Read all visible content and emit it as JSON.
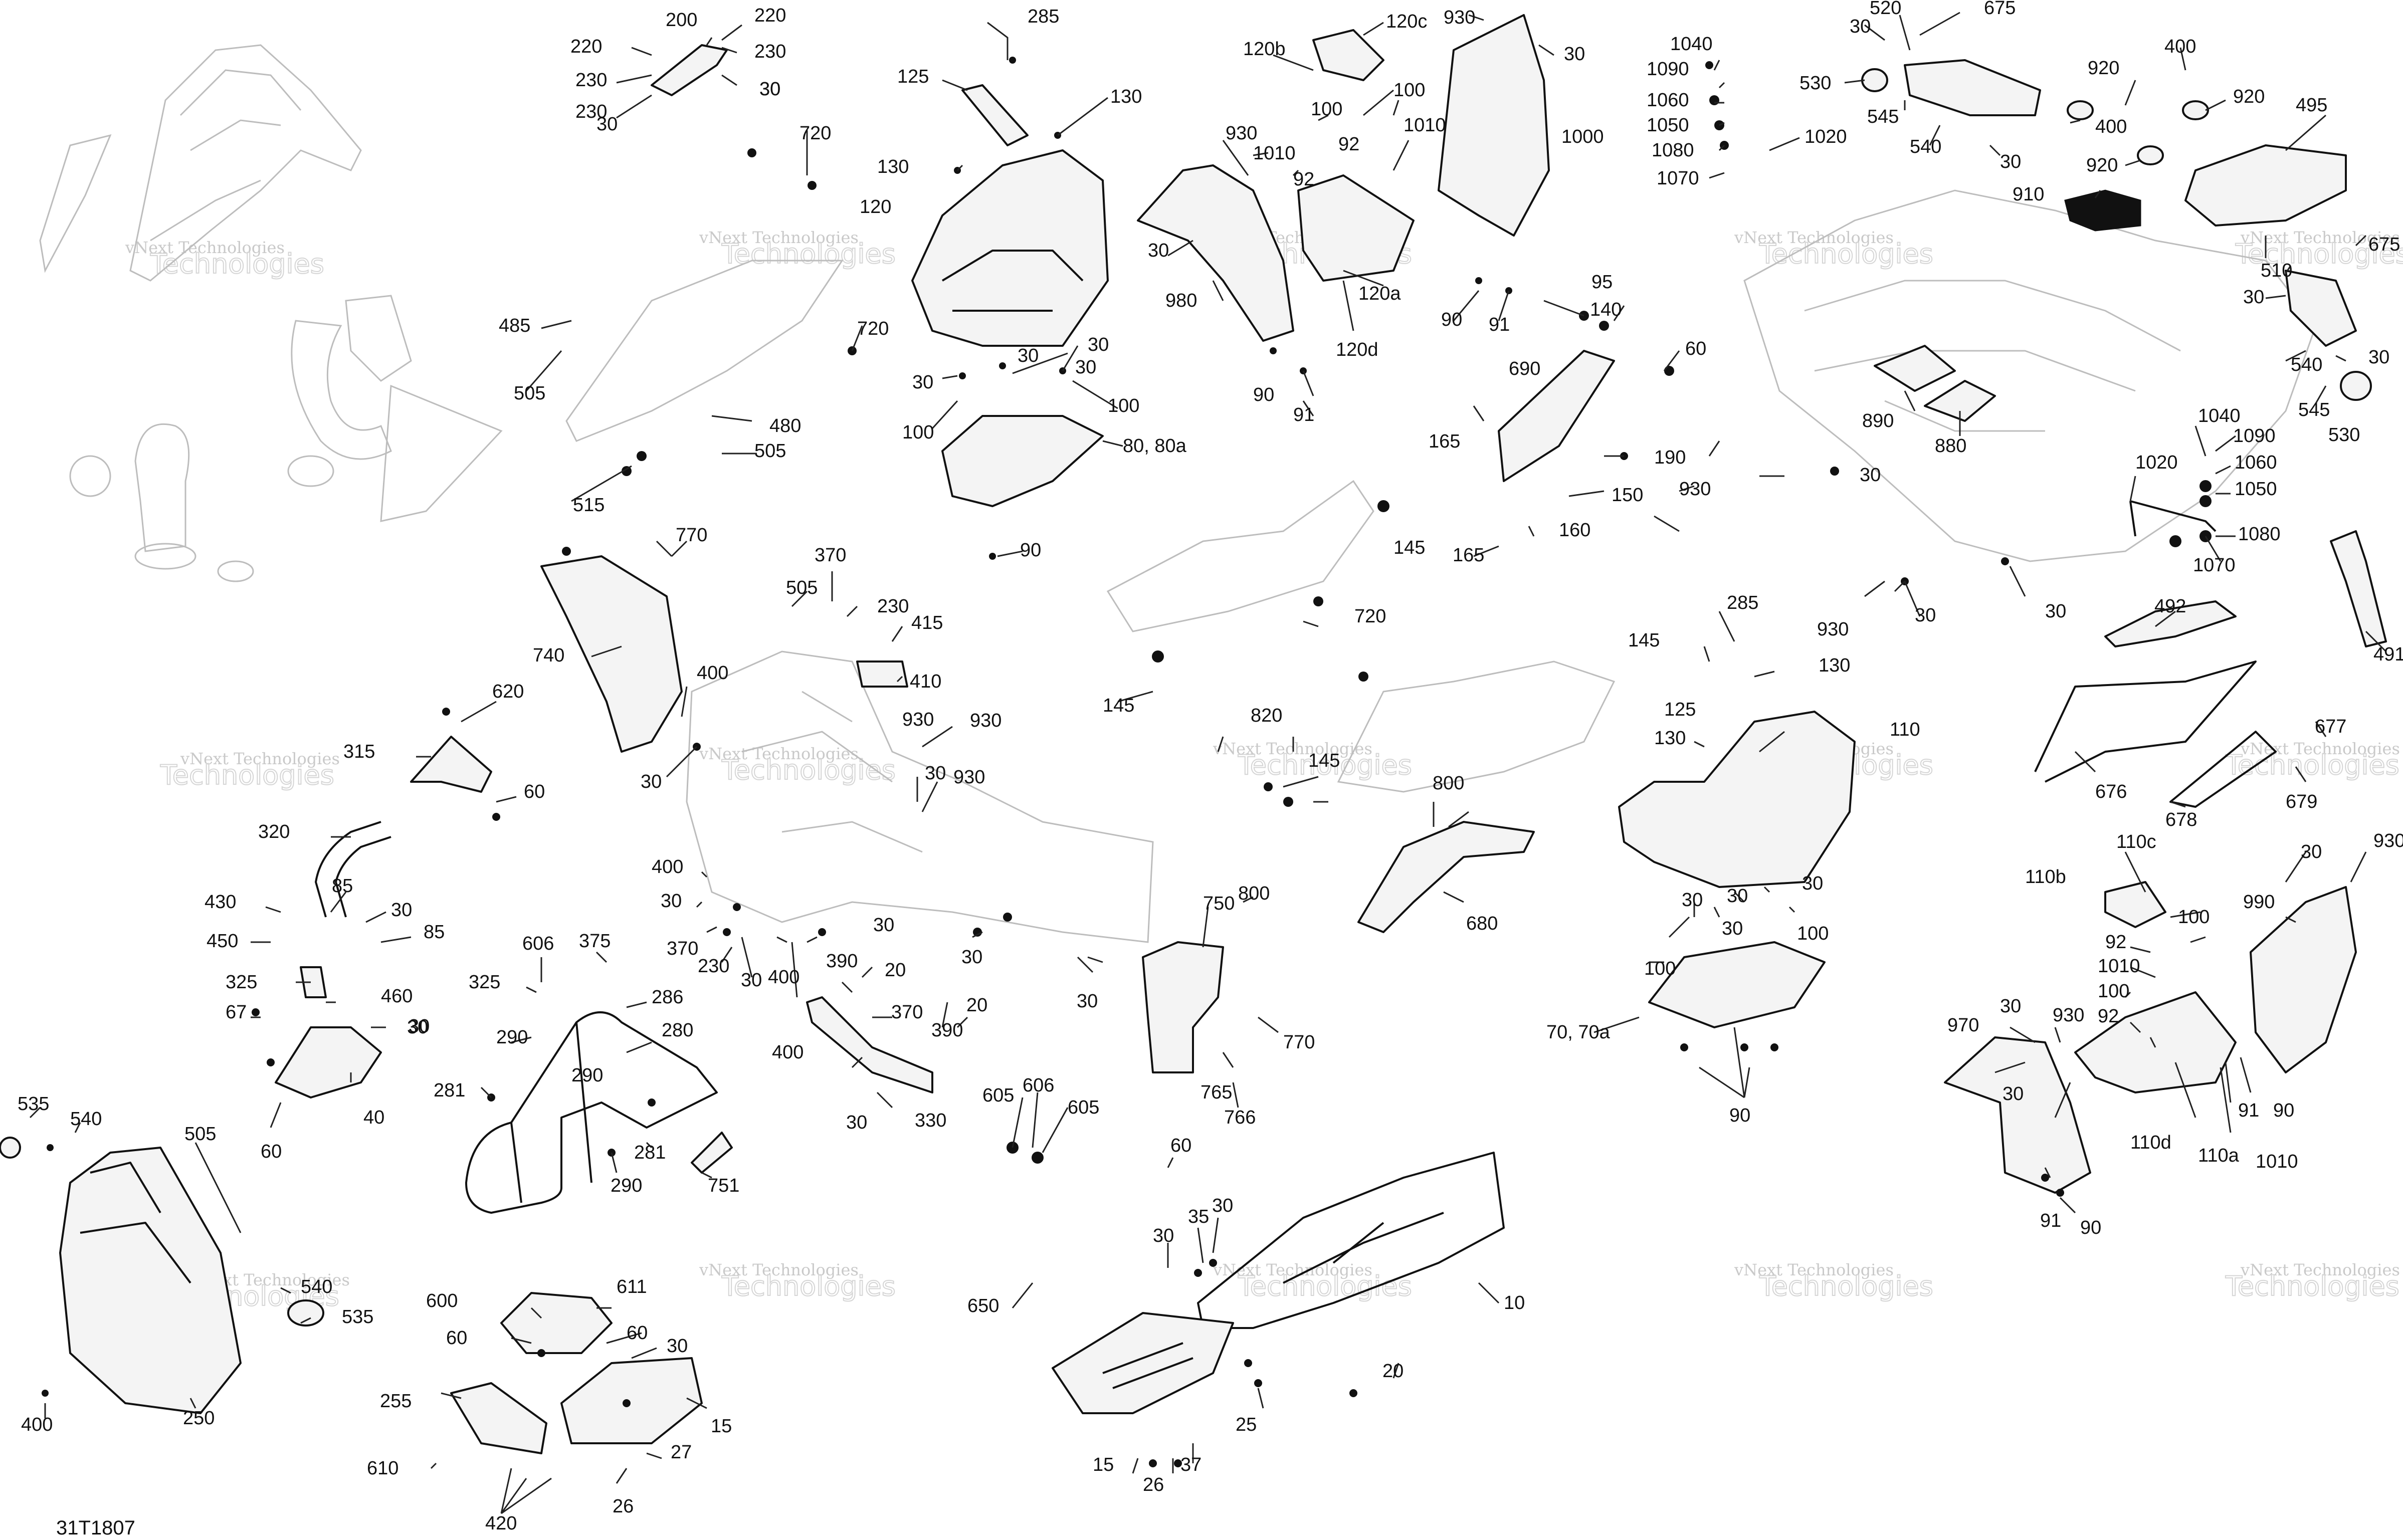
{
  "diagram": {
    "code": "31T1807",
    "watermark": "vNext Technologies",
    "watermark_big": "Technologies",
    "labels": [
      "200",
      "220",
      "220",
      "230",
      "230",
      "230",
      "30",
      "30",
      "30",
      "285",
      "125",
      "130",
      "130",
      "720",
      "120",
      "720",
      "30",
      "30",
      "30",
      "30",
      "100",
      "100",
      "80, 80a",
      "90",
      "485",
      "505",
      "480",
      "505",
      "515",
      "120b",
      "120c",
      "930",
      "100",
      "100",
      "92",
      "92",
      "1010",
      "1010",
      "930",
      "30",
      "980",
      "120a",
      "120d",
      "90",
      "90",
      "91",
      "91",
      "1000",
      "30",
      "95",
      "140",
      "60",
      "690",
      "165",
      "165",
      "150",
      "190",
      "160",
      "145",
      "1040",
      "1090",
      "1060",
      "1050",
      "1080",
      "1070",
      "1020",
      "520",
      "675",
      "530",
      "545",
      "540",
      "30",
      "30",
      "400",
      "920",
      "920",
      "400",
      "920",
      "495",
      "910",
      "890",
      "880",
      "930",
      "30",
      "930",
      "30",
      "30",
      "510",
      "30",
      "675",
      "540",
      "545",
      "530",
      "30",
      "1040",
      "1090",
      "1060",
      "1050",
      "1080",
      "1070",
      "1020",
      "492",
      "491",
      "770",
      "740",
      "400",
      "30",
      "370",
      "505",
      "230",
      "415",
      "410",
      "930",
      "30",
      "930",
      "620",
      "315",
      "60",
      "320",
      "85",
      "85",
      "430",
      "450",
      "30",
      "30",
      "325",
      "460",
      "30",
      "67",
      "40",
      "60",
      "285",
      "130",
      "125",
      "130",
      "110",
      "720",
      "145",
      "145",
      "820",
      "145",
      "800",
      "800",
      "680",
      "30",
      "30",
      "100",
      "100",
      "30",
      "30",
      "70, 70a",
      "90",
      "677",
      "676",
      "678",
      "679",
      "110c",
      "110b",
      "100",
      "92",
      "1010",
      "100",
      "92",
      "30",
      "930",
      "990",
      "30",
      "930",
      "970",
      "30",
      "110d",
      "110a",
      "91",
      "90",
      "1010",
      "91",
      "90",
      "930",
      "400",
      "30",
      "370",
      "230",
      "30",
      "30",
      "400",
      "30",
      "30",
      "390",
      "20",
      "370",
      "390",
      "20",
      "400",
      "30",
      "330",
      "605",
      "606",
      "605",
      "750",
      "770",
      "765",
      "766",
      "606",
      "375",
      "325",
      "286",
      "290",
      "290",
      "280",
      "281",
      "281",
      "290",
      "751",
      "535",
      "540",
      "505",
      "540",
      "535",
      "250",
      "400",
      "60",
      "30",
      "35",
      "30",
      "10",
      "650",
      "20",
      "25",
      "15",
      "26",
      "37",
      "600",
      "611",
      "60",
      "60",
      "30",
      "255",
      "15",
      "610",
      "27",
      "420",
      "26"
    ]
  }
}
